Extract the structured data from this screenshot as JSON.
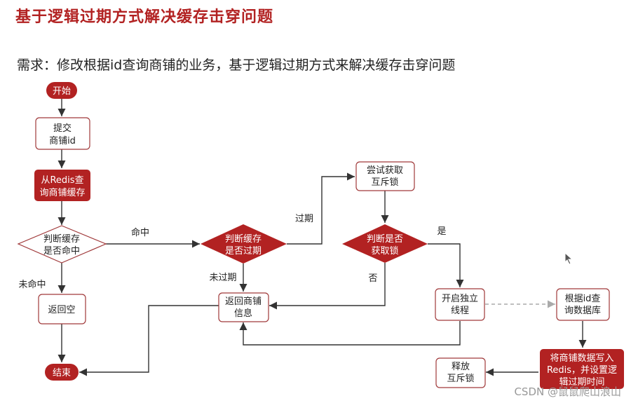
{
  "page": {
    "title": "基于逻辑过期方式解决缓存击穿问题",
    "requirement": "需求：修改根据id查询商铺的业务，基于逻辑过期方式来解决缓存击穿问题",
    "watermark": "CSDN @鼠鼠爬山浪山"
  },
  "colors": {
    "accent_red": "#b22222",
    "box_border": "#a0393a",
    "line": "#333333",
    "dashed": "#aaaaaa"
  },
  "nodes": {
    "start": "开始",
    "submit_line1": "提交",
    "submit_line2": "商铺id",
    "redis_line1": "从Redis查",
    "redis_line2": "询商铺缓存",
    "hit_line1": "判断缓存",
    "hit_line2": "是否命中",
    "return_empty": "返回空",
    "end": "结束",
    "expired_line1": "判断缓存",
    "expired_line2": "是否过期",
    "return_shop_line1": "返回商铺",
    "return_shop_line2": "信息",
    "try_lock_line1": "尝试获取",
    "try_lock_line2": "互斥锁",
    "got_lock_line1": "判断是否",
    "got_lock_line2": "获取锁",
    "new_thread_line1": "开启独立",
    "new_thread_line2": "线程",
    "query_db_line1": "根据id查",
    "query_db_line2": "询数据库",
    "write_redis_line1": "将商铺数据写入",
    "write_redis_line2": "Redis，并设置逻",
    "write_redis_line3": "辑过期时间",
    "release_line1": "释放",
    "release_line2": "互斥锁"
  },
  "edge_labels": {
    "hit": "命中",
    "miss": "未命中",
    "expired": "过期",
    "not_expired": "未过期",
    "yes": "是",
    "no": "否"
  }
}
